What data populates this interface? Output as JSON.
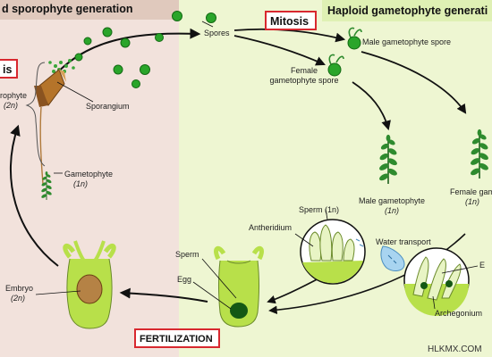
{
  "headers": {
    "left": "d sporophyte generation",
    "right": "Haploid gametophyte generati"
  },
  "boxes": {
    "mitosis": "Mitosis",
    "left_fragment": "is",
    "fertilization": "FERTILIZATION"
  },
  "labels": {
    "spores": "Spores",
    "male_spore": "Male gametophyte spore",
    "female_spore_l1": "Female",
    "female_spore_l2": "gametophyte spore",
    "sporophyte_l1": "rophyte",
    "sporophyte_l2": "(2n)",
    "sporangium": "Sporangium",
    "gametophyte_l1": "Gametophyte",
    "gametophyte_l2": "(1n)",
    "male_gam_l1": "Male gametophyte",
    "male_gam_l2": "(1n)",
    "female_gam_l1": "Female gam",
    "female_gam_l2": "(1n)",
    "sperm_1n": "Sperm (1n)",
    "antheridium": "Antheridium",
    "water_transport": "Water transport",
    "egg_right": "E",
    "archegonium": "Archegonium",
    "sperm": "Sperm",
    "egg": "Egg",
    "embryo_l1": "Embryo",
    "embryo_l2": "(2n)"
  },
  "watermark": "HLKMX.COM",
  "colors": {
    "left_bg": "#f2e2dc",
    "right_bg": "#eef6d2",
    "header_left_bg": "#e0c9bd",
    "moss": "#2e8b2e",
    "moss_dark": "#145814",
    "spore": "#2aa52a",
    "plant": "#a8d82a",
    "box_border": "#d8282f",
    "sporangium": "#b5742a",
    "embryo": "#b58245"
  }
}
